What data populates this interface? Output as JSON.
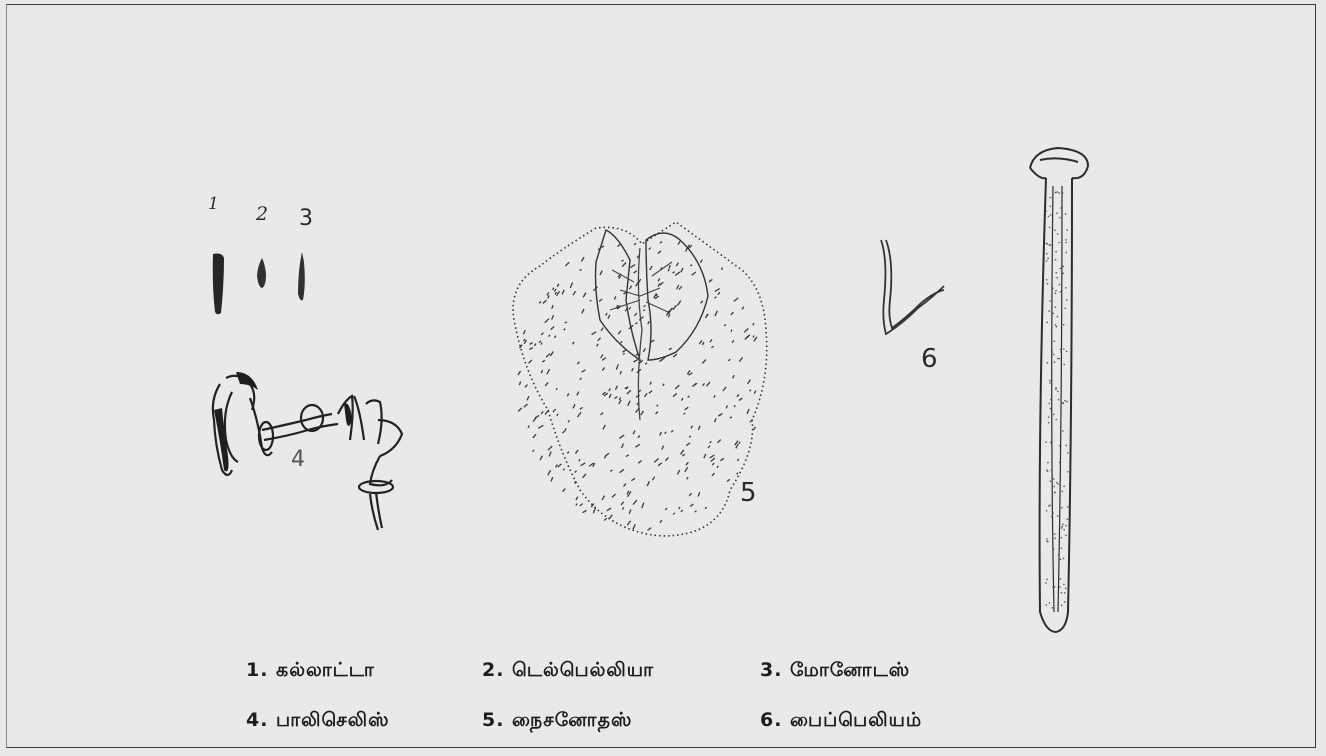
{
  "figure_labels": {
    "one": "1",
    "two": "2",
    "three": "3",
    "four": "4",
    "five": "5",
    "six": "6"
  },
  "captions": {
    "row1": [
      "1. கல்லாட்டா",
      "2. டெல்பெல்லியா",
      "3. மோனோடஸ்"
    ],
    "row2": [
      "4. பாலிசெலிஸ்",
      "5. நைசனோதஸ்",
      "6. பைப்பெலியம்"
    ]
  }
}
